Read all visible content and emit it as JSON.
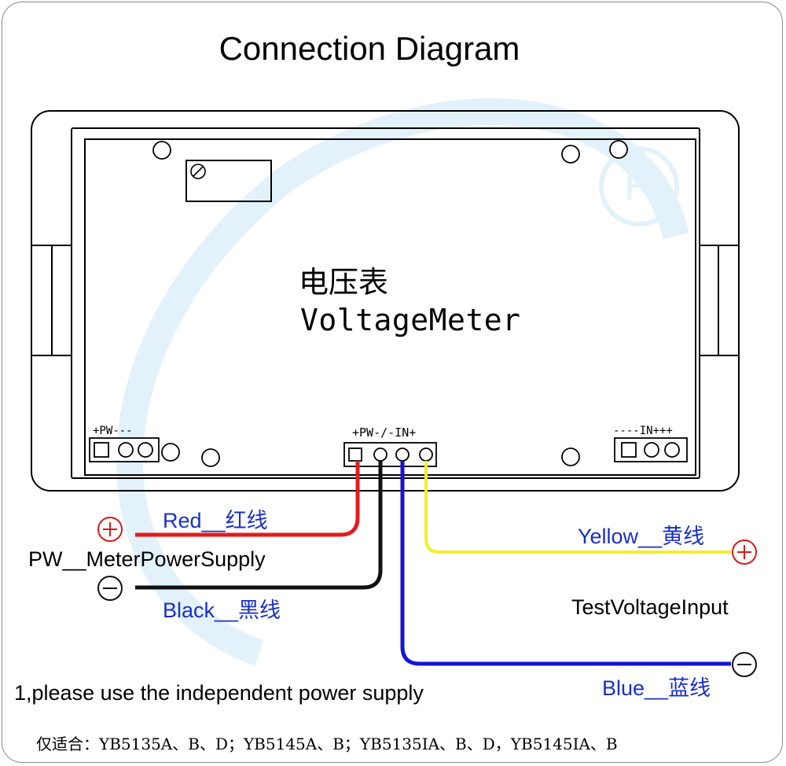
{
  "title": "Connection Diagram",
  "meter": {
    "name_cn": "电压表",
    "name_en": "VoltageMeter"
  },
  "terminals": {
    "left_label": "+PW---",
    "center_label": "+PW-/-IN+",
    "right_label": "----IN+++"
  },
  "wires": {
    "red": {
      "label": "Red__红线",
      "color": "#e41b1b"
    },
    "black": {
      "label": "Black__黑线",
      "color": "#111111"
    },
    "yellow": {
      "label": "Yellow__黄线",
      "color": "#f4ee2a"
    },
    "blue": {
      "label": "Blue__蓝线",
      "color": "#1414d6"
    }
  },
  "power_label": "PW__MeterPowerSupply",
  "test_label": "TestVoltageInput",
  "note": "1,please use the independent power supply",
  "compat": "仅适合：YB5135A、B、D；YB5145A、B；YB5135IA、B、D，YB5145IA、B",
  "symbols": {
    "plus_color": "#d81a1a",
    "minus_color": "#111111",
    "watermark_color": "#e3f1fb"
  }
}
